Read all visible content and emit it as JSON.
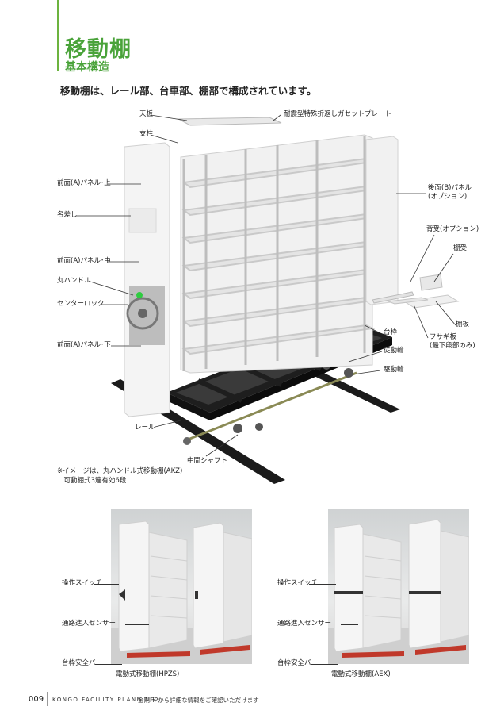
{
  "header": {
    "title": "移動棚",
    "subtitle": "基本構造",
    "lead": "移動棚は、レール部、台車部、棚部で構成されています。"
  },
  "diagram_labels": {
    "tenban": "天板",
    "shichu": "支柱",
    "gusset": "耐震型特殊折返しガセットプレート",
    "front_upper": "前面(A)パネル･上",
    "nafuda": "名差し",
    "front_middle": "前面(A)パネル･中",
    "maru_handle": "丸ハンドル",
    "center_lock": "センターロック",
    "front_lower": "前面(A)パネル･下",
    "rear_panel": "後面(B)パネル\n(オプション)",
    "back_support": "背受(オプション)",
    "tanauke": "棚受",
    "tanaita": "棚板",
    "fusagi": "フサギ板\n(最下段部のみ)",
    "daiwaku": "台枠",
    "judourin": "従動輪",
    "kudourin": "駆動輪",
    "rail": "レール",
    "shaft": "中間シャフト"
  },
  "image_note": "※イメージは、丸ハンドル式移動棚(AKZ)\n　可動棚式3連有効6段",
  "photos": [
    {
      "switch": "操作スイッチ",
      "sensor": "通路進入センサー",
      "bar": "台枠安全バー",
      "caption": "電動式移動棚(HPZS)"
    },
    {
      "switch": "操作スイッチ",
      "sensor": "通路進入センサー",
      "bar": "台枠安全バー",
      "caption": "電動式移動棚(AEX)"
    }
  ],
  "footer": {
    "page": "009",
    "brand": "KONGO FACILITY PLANNING",
    "note": "金剛HPから詳細な情報をご確認いただけます"
  },
  "colors": {
    "accent": "#4aa33a",
    "rail": "#1a1a1a",
    "safety_bar": "#c0392b"
  }
}
